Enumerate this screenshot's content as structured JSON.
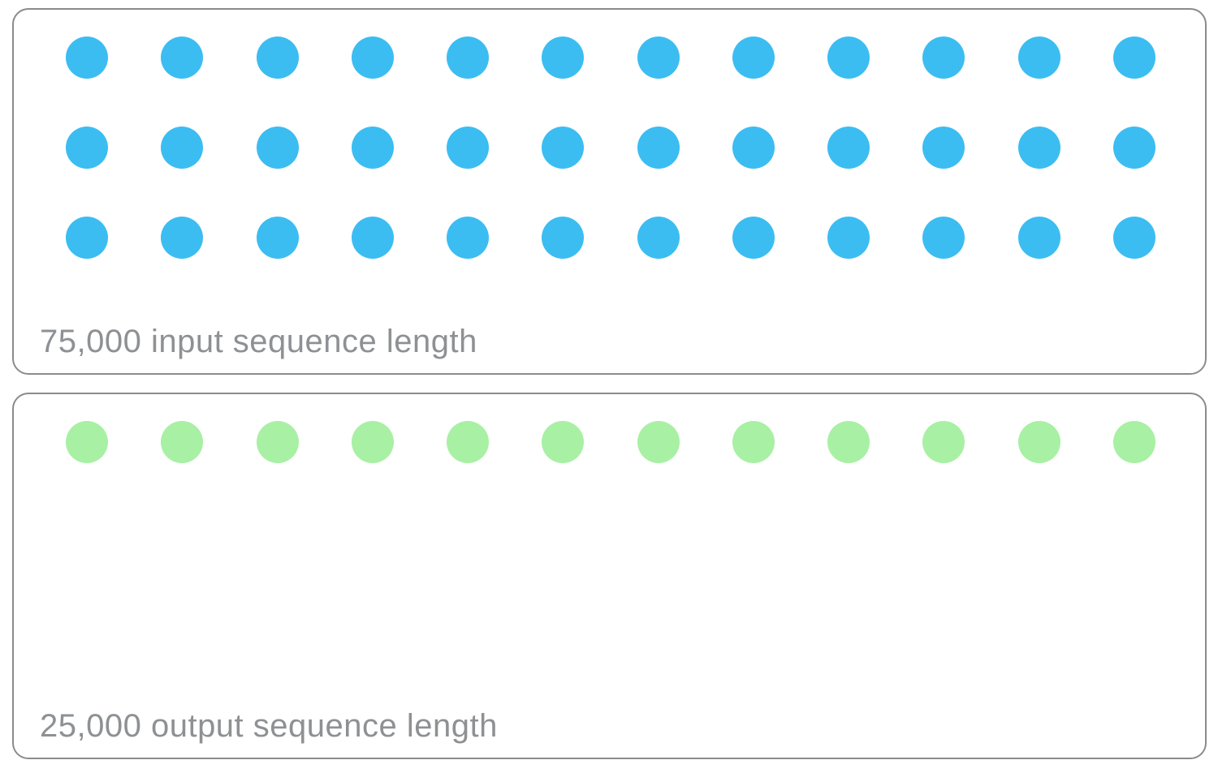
{
  "figure": {
    "description": "Token sequence length comparison diagram with dot grids"
  },
  "panels": [
    {
      "id": "input",
      "label": "75,000 input sequence length",
      "dot_rows": 3,
      "dot_cols": 12,
      "dot_count": 36,
      "dot_color": "#3bbdf2"
    },
    {
      "id": "output",
      "label": "25,000 output sequence length",
      "dot_rows": 1,
      "dot_cols": 12,
      "dot_count": 12,
      "dot_color": "#a8f0a4"
    }
  ],
  "colors": {
    "border": "#8b8b8b",
    "label_text": "#8e9194",
    "background": "#ffffff",
    "input_dot": "#3bbdf2",
    "output_dot": "#a8f0a4"
  }
}
